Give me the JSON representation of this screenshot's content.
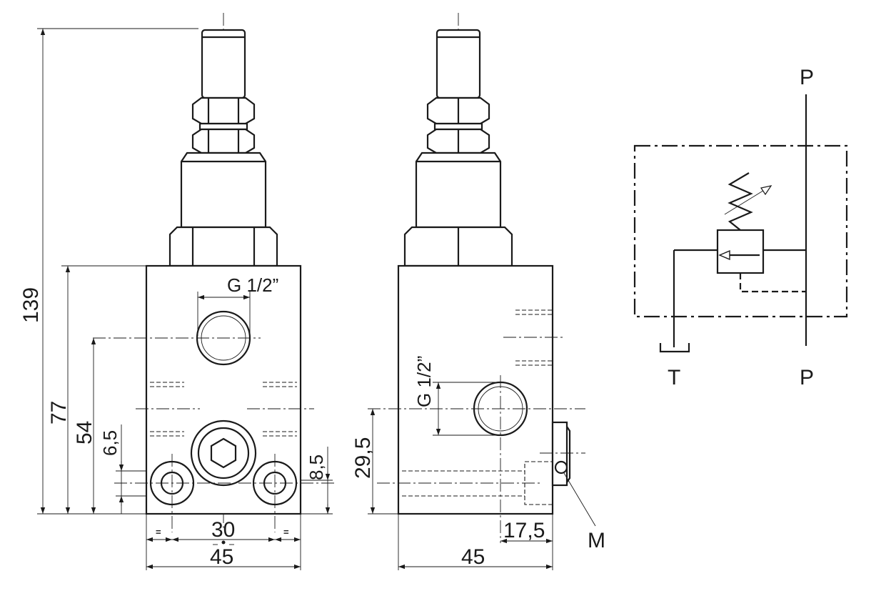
{
  "front_view": {
    "thread_label": "G 1/2”",
    "dim_overall_height": "139",
    "dim_body_height": "77",
    "dim_port_height": "54",
    "dim_mount_hole_offset": "6,5",
    "dim_mount_hole_offset_right": "8,5",
    "dim_hole_spacing": "30",
    "dim_body_width": "45",
    "equal_mark_left": "=",
    "equal_mark_right": "="
  },
  "side_view": {
    "thread_label": "G 1/2”",
    "dim_port_height": "29,5",
    "dim_port_offset": "17,5",
    "dim_body_width": "45",
    "gauge_label": "M"
  },
  "schematic": {
    "pressure_top": "P",
    "pressure_bottom": "P",
    "tank": "T"
  }
}
